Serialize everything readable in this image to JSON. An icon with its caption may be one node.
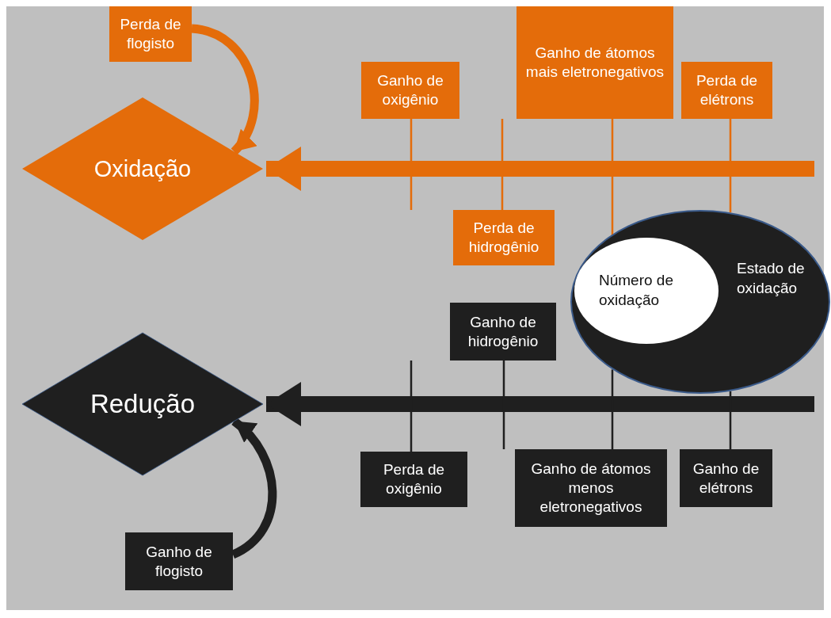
{
  "diagram": {
    "nodes": [
      {
        "text": [
          "Perda de flogisto"
        ]
      },
      {
        "text": [
          "Oxidação"
        ]
      },
      {
        "text": [
          "Ganho de oxigênio"
        ]
      },
      {
        "text": [
          "Ganho de átomos mais eletronegativos"
        ]
      },
      {
        "text": [
          "Perda de elétrons"
        ]
      },
      {
        "text": [
          "Perda de hidrogênio"
        ]
      },
      {
        "text": [
          "Estado de oxidação"
        ]
      },
      {
        "text": [
          "Número de oxidação"
        ],
        "in": 6
      },
      {
        "text": [
          "Ganho de hidrogênio"
        ]
      },
      {
        "text": [
          "Redução"
        ]
      },
      {
        "text": [
          "Perda de oxigênio"
        ]
      },
      {
        "text": [
          "Ganho de átomos menos eletronegativos"
        ]
      },
      {
        "text": [
          "Ganho de elétrons"
        ]
      },
      {
        "text": [
          "Ganho de flogisto"
        ]
      }
    ],
    "edges": [
      {
        "from": 0,
        "to": 1,
        "arrow": "to",
        "style": "thick",
        "color": "#e46c0a"
      },
      {
        "from": null,
        "to": 1,
        "arrow": "to",
        "style": "thick",
        "color": "#e46c0a"
      },
      {
        "from": 2,
        "to": null,
        "arrow": "none",
        "color": "#e46c0a"
      },
      {
        "from": 5,
        "to": null,
        "arrow": "none",
        "color": "#e46c0a"
      },
      {
        "from": 3,
        "to": 7,
        "arrow": "none",
        "color": "#e46c0a"
      },
      {
        "from": 4,
        "to": 6,
        "arrow": "none",
        "color": "#e46c0a"
      },
      {
        "from": 13,
        "to": 9,
        "arrow": "to",
        "style": "thick",
        "color": "#1f1f1f"
      },
      {
        "from": null,
        "to": 9,
        "arrow": "to",
        "style": "thick",
        "color": "#1f1f1f"
      },
      {
        "from": 10,
        "to": null,
        "arrow": "none",
        "color": "#1f1f1f"
      },
      {
        "from": 8,
        "to": null,
        "arrow": "none",
        "color": "#1f1f1f"
      },
      {
        "from": 11,
        "to": 6,
        "arrow": "none",
        "color": "#1f1f1f"
      },
      {
        "from": 12,
        "to": 6,
        "arrow": "none",
        "color": "#1f1f1f"
      }
    ]
  }
}
